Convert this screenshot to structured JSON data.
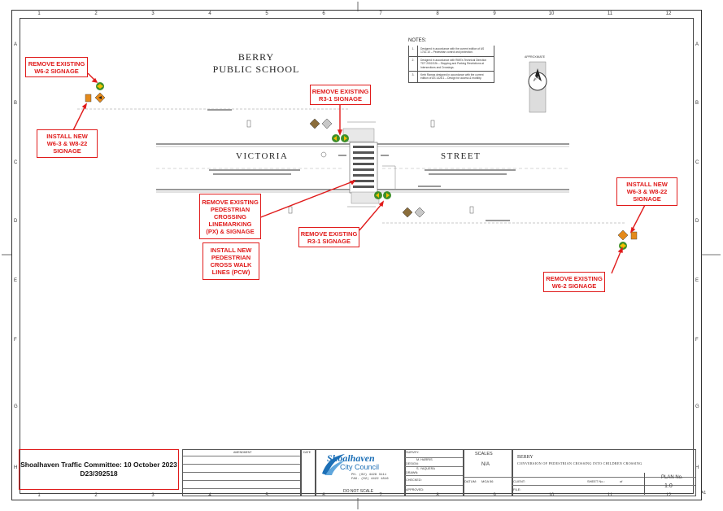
{
  "grid": {
    "columns": [
      "1",
      "2",
      "3",
      "4",
      "5",
      "6",
      "7",
      "8",
      "9",
      "10",
      "11",
      "12"
    ],
    "rows": [
      "A",
      "B",
      "C",
      "D",
      "E",
      "F",
      "G",
      "H"
    ]
  },
  "school": {
    "line1": "BERRY",
    "line2": "PUBLIC SCHOOL"
  },
  "streets": {
    "left": "VICTORIA",
    "right": "STREET"
  },
  "notes": {
    "title": "NOTES:",
    "items": [
      {
        "num": "1.",
        "text": "Designed in accordance with the current edition of AS 1742.10 – Pedestrian control and protection."
      },
      {
        "num": "2.",
        "text": "Designed in accordance with RMS's Technical Direction TDT 2002/12b – Stopping and Parking Restrictions at Intersections and Crossings."
      },
      {
        "num": "3.",
        "text": "Kerb Ramps designed in accordance with the current edition of AS 1428.1 – Design for access & mobility."
      }
    ]
  },
  "north": {
    "label": "APPROXIMATE",
    "letter": "N"
  },
  "annotations": {
    "remove_w62_top": [
      "REMOVE EXISTING",
      "W6-2 SIGNAGE"
    ],
    "install_w63_left": [
      "INSTALL NEW",
      "W6-3 & W8-22",
      "SIGNAGE"
    ],
    "remove_r31_top": [
      "REMOVE EXISTING",
      "R3-1 SIGNAGE"
    ],
    "remove_px": [
      "REMOVE EXISTING",
      "PEDESTRIAN",
      "CROSSING",
      "LINEMARKING",
      "(PX) & SIGNAGE"
    ],
    "install_pcw": [
      "INSTALL NEW",
      "PEDESTRIAN",
      "CROSS WALK",
      "LINES (PCW)"
    ],
    "remove_r31_bottom": [
      "REMOVE EXISTING",
      "R3-1 SIGNAGE"
    ],
    "install_w63_right": [
      "INSTALL NEW",
      "W6-3 & W8-22",
      "SIGNAGE"
    ],
    "remove_w62_bottom": [
      "REMOVE EXISTING",
      "W6-2 SIGNAGE"
    ]
  },
  "committee": {
    "line1": "Shoalhaven Traffic Committee: 10 October 2023",
    "line2": "D23/392518"
  },
  "titleblock": {
    "amendment_header": "AMENDMENT",
    "date_header": "DATE",
    "council_name_1": "Shoalhaven",
    "council_name_2": "City Council",
    "phone": "PH. (02) 4429 3111",
    "fax": "FAX. (02) 4422 1816",
    "dont_scale": "DO NOT SCALE",
    "survey": "SURVEY:",
    "design": "DESIGN:",
    "drawn": "DRAWN:",
    "checked": "CHECKED:",
    "approved": "APPROVED:",
    "designer": "M. HARRIS",
    "drawer": "S. YAQUERA",
    "date_label": "DATE",
    "scales_label": "SCALES",
    "scale_value": "N/A",
    "datum_label": "DATUM:",
    "datum_value": "MGA 56",
    "project": "BERRY",
    "description": "CONVERSION OF PEDESTRIAN CROSSING INTO CHILDREN CROSSING",
    "client_label": "CLIENT:",
    "sheet_label": "SHEET No.:",
    "sheet_of": "of",
    "file_label": "FILE:",
    "plan_label": "PLAN No.",
    "plan_value": "1.0",
    "sheet_size": "A1"
  },
  "colors": {
    "annotation_red": "#e01b1b",
    "sign_green": "#3e8f2a",
    "sign_yellow": "#f2c200",
    "sign_orange": "#e48a1b",
    "road_line": "#333333"
  }
}
